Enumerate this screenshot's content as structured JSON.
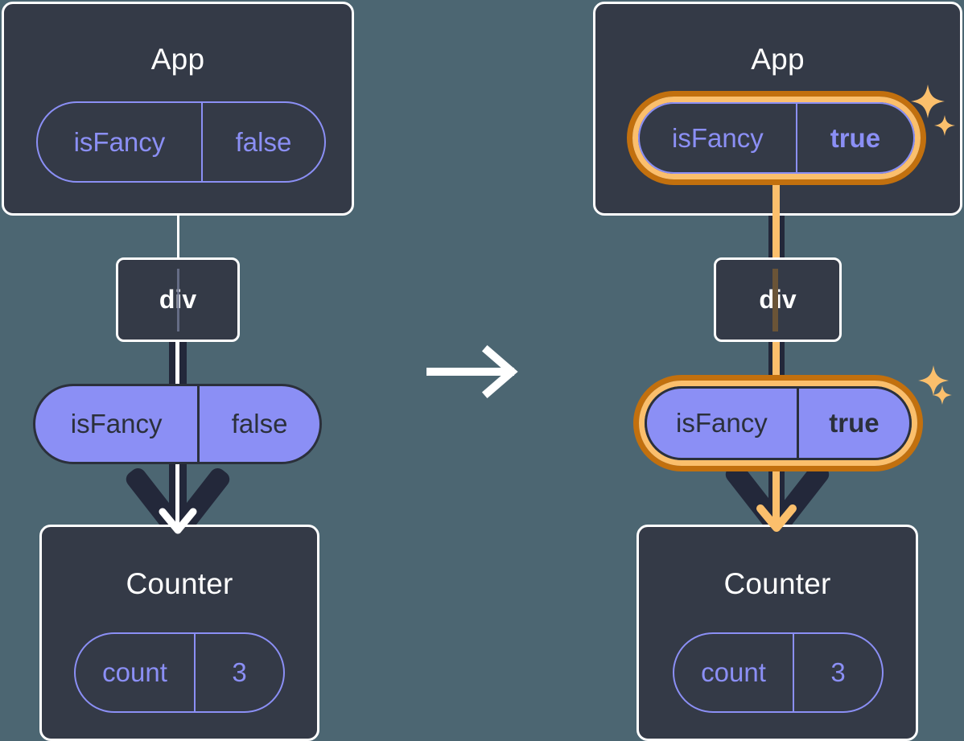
{
  "diagram": {
    "title": "React state update re-render diagram",
    "transition_icon": "right-arrow-icon",
    "colors": {
      "background": "#4c6672",
      "box_fill": "#343a47",
      "box_border": "#ffffff",
      "pill_fill": "#8b8ff5",
      "pill_outline": "#8b8ff5",
      "highlight_outer": "#c2700e",
      "highlight_inner": "#fbbf6c",
      "line_dark": "#23283a",
      "text_dark": "#2b303b"
    },
    "panels": [
      {
        "id": "before",
        "app": {
          "title": "App",
          "state": {
            "key": "isFancy",
            "value": "false",
            "highlighted": false,
            "bold_value": false
          }
        },
        "div": {
          "label": "div"
        },
        "prop": {
          "key": "isFancy",
          "value": "false",
          "highlighted": false,
          "bold_value": false
        },
        "counter": {
          "title": "Counter",
          "state": {
            "key": "count",
            "value": "3",
            "highlighted": false,
            "bold_value": false
          }
        }
      },
      {
        "id": "after",
        "app": {
          "title": "App",
          "state": {
            "key": "isFancy",
            "value": "true",
            "highlighted": true,
            "bold_value": true
          }
        },
        "div": {
          "label": "div"
        },
        "prop": {
          "key": "isFancy",
          "value": "true",
          "highlighted": true,
          "bold_value": true
        },
        "counter": {
          "title": "Counter",
          "state": {
            "key": "count",
            "value": "3",
            "highlighted": false,
            "bold_value": false
          }
        }
      }
    ],
    "sparkles": [
      {
        "panel": "after",
        "near": "app-state-pill",
        "count": 2
      },
      {
        "panel": "after",
        "near": "prop-pill",
        "count": 2
      }
    ]
  }
}
